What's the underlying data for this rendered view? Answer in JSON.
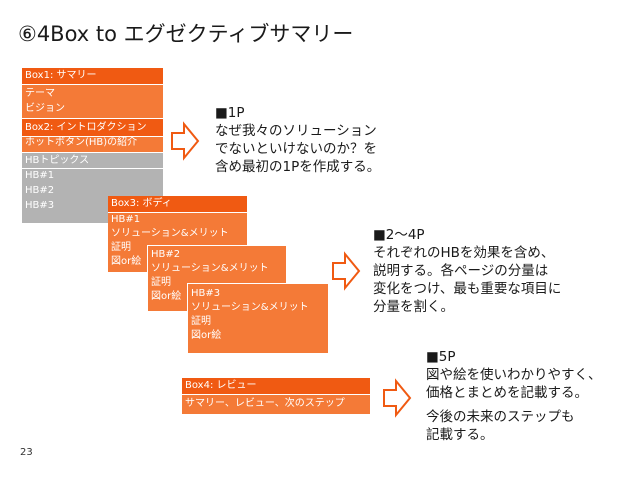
{
  "title": "⑥4Box to エグゼクティブサマリー",
  "page_number": "23",
  "box1": {
    "header": "Box1: サマリー",
    "items": [
      "テーマ",
      "ビジョン"
    ],
    "box2_header": "Box2: イントロダクション",
    "box2_item": "ホットボタン(HB)の紹介",
    "hb_header": "HBトピックス",
    "hb_items": [
      "HB#1",
      "HB#2",
      "HB#3"
    ]
  },
  "box3": {
    "header": "Box3: ボディ",
    "panels": [
      {
        "title": "HB#1",
        "lines": [
          "ソリューション&メリット",
          "証明",
          "図or絵"
        ]
      },
      {
        "title": "HB#2",
        "lines": [
          "ソリューション&メリット",
          "証明",
          "図or絵"
        ]
      },
      {
        "title": "HB#3",
        "lines": [
          "ソリューション&メリット",
          "証明",
          "図or絵"
        ]
      }
    ]
  },
  "box4": {
    "header": "Box4: レビュー",
    "item": "サマリー、レビュー、次のステップ"
  },
  "notes": {
    "n1": [
      "■1P",
      "なぜ我々のソリューション",
      "でないといけないのか？を",
      "含め最初の1Pを作成する。"
    ],
    "n2": [
      "■2～4P",
      "それぞれのHBを効果を含め、",
      "説明する。各ページの分量は",
      "変化をつけ、最も重要な項目に",
      "分量を割く。"
    ],
    "n3": [
      "■5P",
      "図や絵を使いわかりやすく、",
      "価格とまとめを記載する。"
    ],
    "n4": [
      "今後の未来のステップも",
      "記載する。"
    ]
  },
  "colors": {
    "orange": "#f47a37",
    "dark_orange": "#f05a12",
    "gray": "#b3b3b3",
    "arrow": "#f05a12"
  }
}
